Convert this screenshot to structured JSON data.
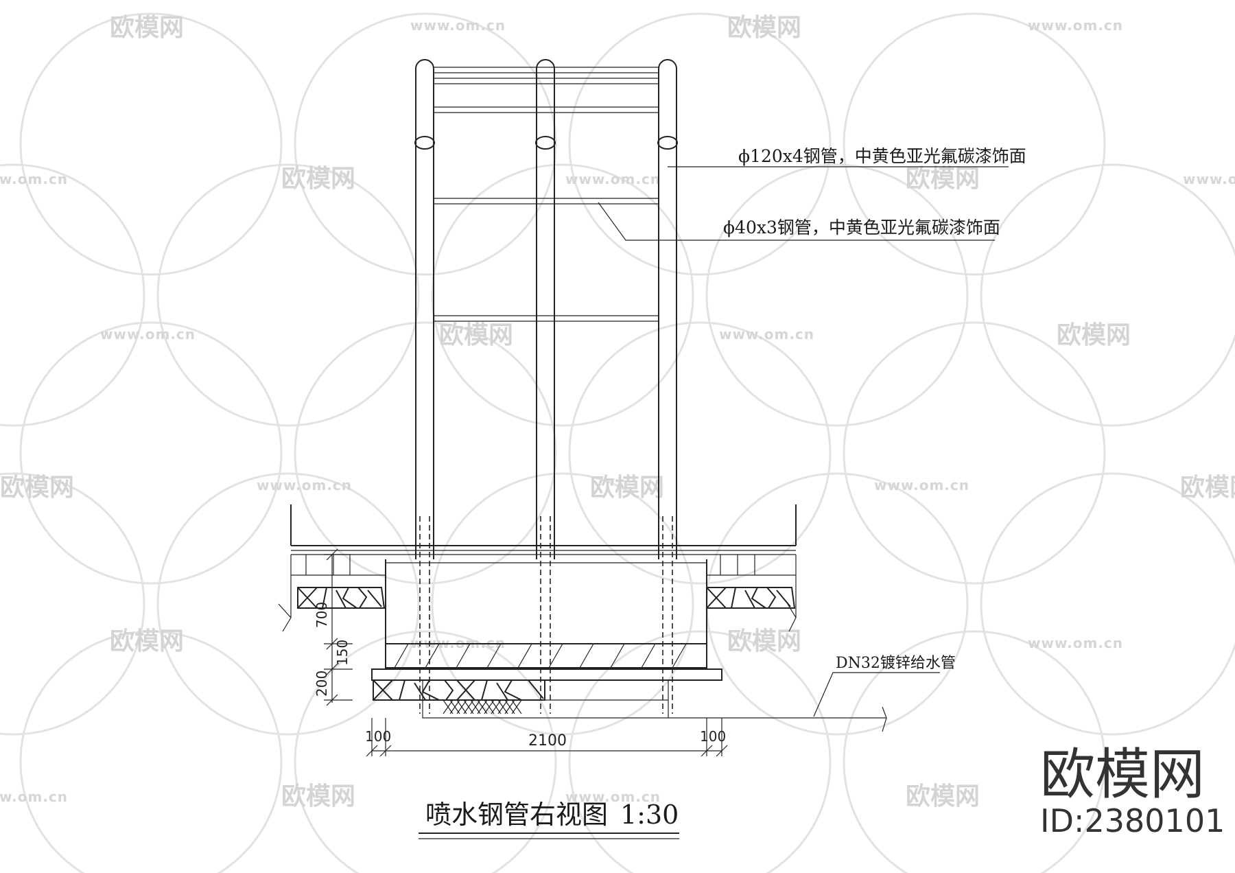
{
  "annotations": {
    "pipe_large": "ϕ120x4钢管，中黄色亚光氟碳漆饰面",
    "pipe_small": "ϕ40x3钢管，中黄色亚光氟碳漆饰面",
    "supply_pipe": "DN32镀锌给水管"
  },
  "dimensions": {
    "h700": "700",
    "h150": "150",
    "h200": "200",
    "w100_left": "100",
    "w2100": "2100",
    "w100_right": "100"
  },
  "title": {
    "name": "喷水钢管右视图",
    "scale": "1:30"
  },
  "watermark": {
    "brand": "欧模网",
    "url": "www.om.cn",
    "logo_text": "欧模网",
    "id_text": "ID:2380101"
  }
}
